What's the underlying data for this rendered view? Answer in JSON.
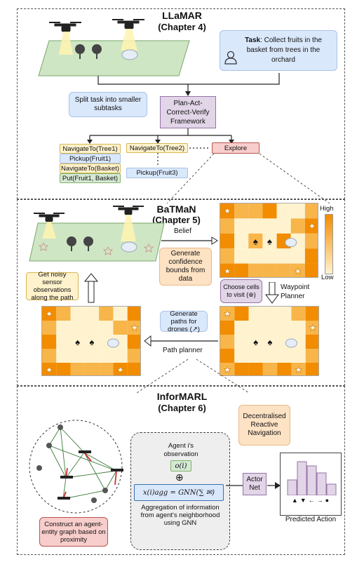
{
  "llamar": {
    "title": "LLaMAR",
    "chapter": "(Chapter 4)",
    "task_label": "Task",
    "task_text": ": Collect fruits in the basket from trees in the orchard",
    "split_text": "Split task into smaller subtasks",
    "framework_text": "Plan-Act-Correct-Verify Framework",
    "subtasks_col1": [
      "NavigateTo(Tree1)",
      "Pickup(Fruit1)",
      "NavigateTo(Basket)",
      "Put(Fruit1, Basket)"
    ],
    "subtask_tree2": "NavigateTo(Tree2)",
    "subtask_fruit3": "Pickup(Fruit3)",
    "explore": "Explore"
  },
  "batman": {
    "title": "BaTMaN",
    "chapter": "(Chapter 5)",
    "belief": "Belief",
    "confidence_text": "Generate confidence bounds from data",
    "legend_high": "High",
    "legend_low": "Low",
    "choose_cells_text": "Choose cells to visit (⊕)",
    "waypoint_planner": "Waypoint Planner",
    "noisy_sensor_text": "Get noisy sensor observations along the path",
    "generate_paths_text": "Generate paths for drones (↗)",
    "path_planner": "Path planner"
  },
  "informarl": {
    "title": "InforMARL",
    "chapter": "(Chapter 6)",
    "decentralised_text": "Decentralised Reactive Navigation",
    "agent_obs_text": "Agent i's observation",
    "obs_symbol": "o(i)",
    "oplus": "⊕",
    "gnn_formula": "x(i)agg = GNN(∑ ✉)",
    "aggregation_text": "Aggregation of information from agent's neighborhood using GNN",
    "actor_net": "Actor Net",
    "action_symbols": "▲▼←→●",
    "predicted_action": "Predicted Action",
    "graph_text": "Construct an agent-entity graph based on proximity"
  },
  "colors": {
    "heat_high": "#f28c00",
    "heat_mid": "#f7b54a",
    "heat_low": "#fff3cf",
    "field_green": "#cfe6c4",
    "graph_arrow": "#d32f2f"
  }
}
